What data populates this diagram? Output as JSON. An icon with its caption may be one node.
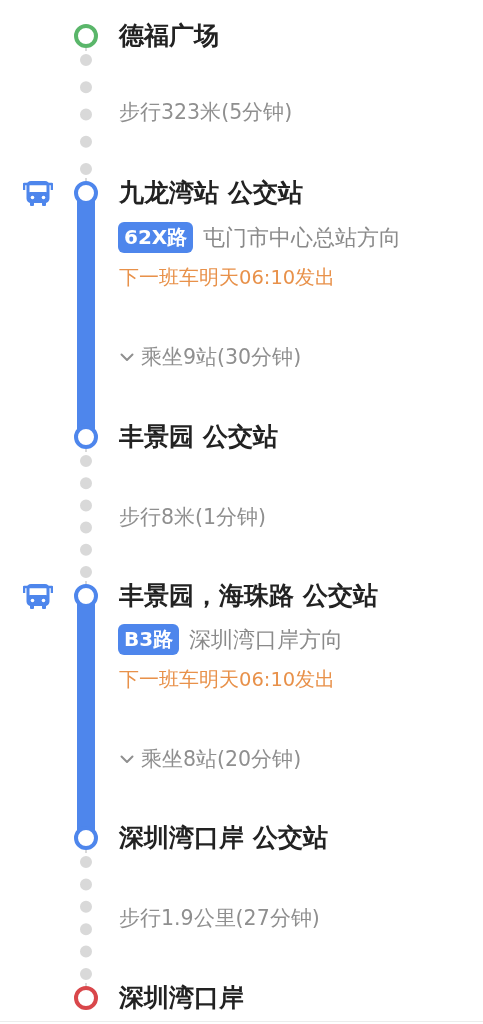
{
  "diagram": {
    "nodes": [
      {
        "text": [],
        "shape": "circle",
        "beside": [
          "德福广场"
        ]
      },
      {
        "text": [],
        "shape": "circle",
        "beside": [
          "九龙湾站 公交站"
        ]
      },
      {
        "text": [
          "62X路"
        ],
        "beside": [
          "屯门市中心总站方向",
          "下一班车明天06:10发出"
        ]
      },
      {
        "text": [],
        "shape": "circle",
        "beside": [
          "丰景园 公交站"
        ]
      },
      {
        "text": [],
        "shape": "circle",
        "beside": [
          "丰景园，海珠路 公交站"
        ]
      },
      {
        "text": [
          "B3路"
        ],
        "beside": [
          "深圳湾口岸方向",
          "下一班车明天06:10发出"
        ]
      },
      {
        "text": [],
        "shape": "circle",
        "beside": [
          "深圳湾口岸 公交站"
        ]
      },
      {
        "text": [],
        "shape": "circle",
        "beside": [
          "深圳湾口岸"
        ]
      }
    ],
    "edges": [
      {
        "from": 0,
        "to": 1,
        "arrow": "none",
        "label": "步行323米(5分钟)",
        "style": "dashed"
      },
      {
        "from": 1,
        "to": 3,
        "arrow": "none",
        "label": "乘坐9站(30分钟)",
        "style": "thick",
        "color": "#4e86ec"
      },
      {
        "from": 3,
        "to": 4,
        "arrow": "none",
        "label": "步行8米(1分钟)",
        "style": "dashed"
      },
      {
        "from": 4,
        "to": 6,
        "arrow": "none",
        "label": "乘坐8站(20分钟)",
        "style": "thick",
        "color": "#4e86ec"
      },
      {
        "from": 6,
        "to": 7,
        "arrow": "none",
        "label": "步行1.9公里(27分钟)",
        "style": "dashed"
      }
    ]
  }
}
